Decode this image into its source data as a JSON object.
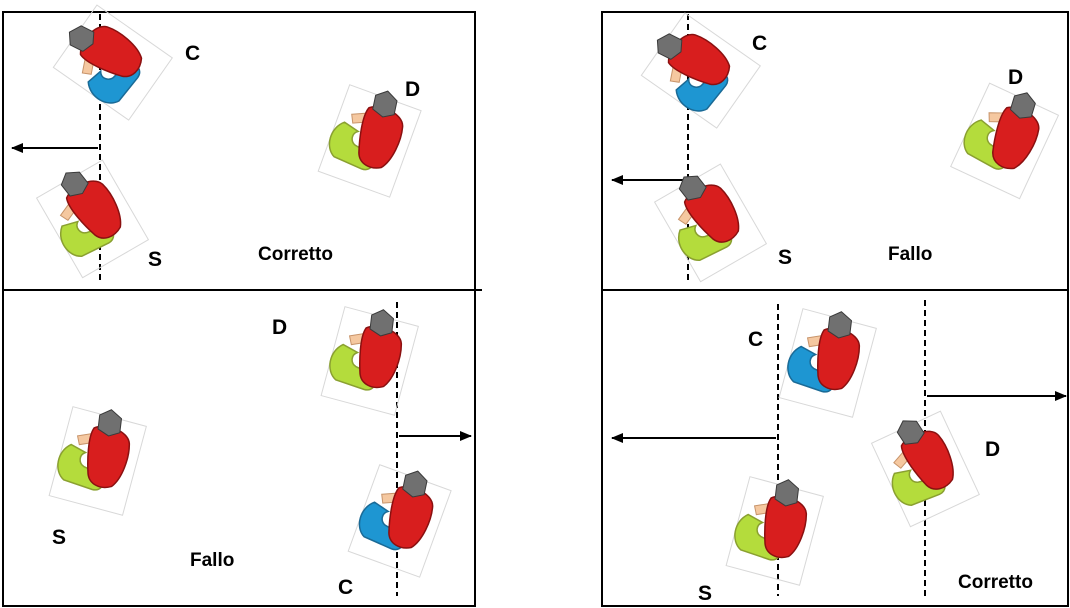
{
  "panels": [
    {
      "caption": "Corretto",
      "players": [
        {
          "label": "C",
          "shirt": "#d81e1e",
          "legs": "#1e96d2"
        },
        {
          "label": "D",
          "shirt": "#d81e1e",
          "legs": "#b4dc3c"
        },
        {
          "label": "S",
          "shirt": "#d81e1e",
          "legs": "#b4dc3c"
        }
      ]
    },
    {
      "caption": "Fallo",
      "players": [
        {
          "label": "C",
          "shirt": "#d81e1e",
          "legs": "#1e96d2"
        },
        {
          "label": "D",
          "shirt": "#d81e1e",
          "legs": "#b4dc3c"
        },
        {
          "label": "S",
          "shirt": "#d81e1e",
          "legs": "#b4dc3c"
        }
      ]
    },
    {
      "caption": "Fallo",
      "players": [
        {
          "label": "D",
          "shirt": "#d81e1e",
          "legs": "#b4dc3c"
        },
        {
          "label": "S",
          "shirt": "#d81e1e",
          "legs": "#b4dc3c"
        },
        {
          "label": "C",
          "shirt": "#d81e1e",
          "legs": "#1e96d2"
        }
      ]
    },
    {
      "caption": "Corretto",
      "players": [
        {
          "label": "C",
          "shirt": "#d81e1e",
          "legs": "#1e96d2"
        },
        {
          "label": "D",
          "shirt": "#d81e1e",
          "legs": "#b4dc3c"
        },
        {
          "label": "S",
          "shirt": "#d81e1e",
          "legs": "#b4dc3c"
        }
      ]
    }
  ],
  "colors": {
    "border": "#000000",
    "arrow": "#000000",
    "skin": "#f5c8a0",
    "hair": "#707070",
    "seat_shadow": "#dddddd"
  }
}
